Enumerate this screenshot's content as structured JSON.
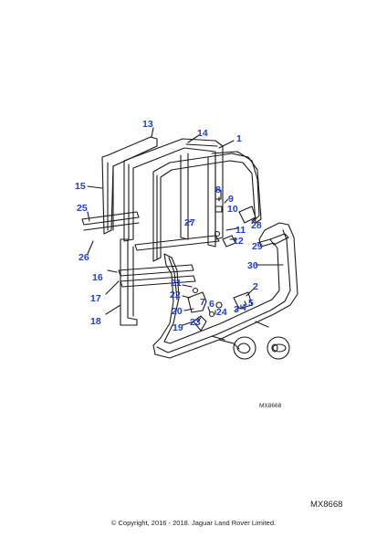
{
  "callout_color": "#1f3fd1",
  "line_color": "#1a1a1a",
  "callouts": [
    "1",
    "2",
    "3",
    "4",
    "5",
    "6",
    "7",
    "8",
    "9",
    "10",
    "11",
    "12",
    "13",
    "14",
    "15",
    "16",
    "17",
    "18",
    "19",
    "20",
    "21",
    "22",
    "23",
    "24",
    "25",
    "26",
    "27",
    "28",
    "29",
    "30"
  ],
  "reference_small": "MX8668",
  "reference_large": "MX8668",
  "copyright": "© Copyright, 2016 - 2018. Jaguar Land Rover Limited."
}
